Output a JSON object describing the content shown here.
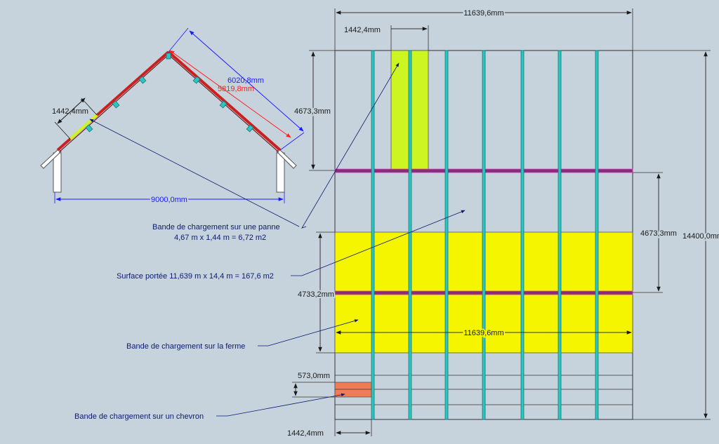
{
  "colors": {
    "background": "#c7d3dc",
    "rafter": "#cc1f1f",
    "purlin": "#2ec4c0",
    "loadband_yellow": "#f5f500",
    "loadband_green": "#ccf521",
    "loadband_orange": "#f07b54",
    "tie": "#8a2a7a",
    "blue_dim": "#1a1aff",
    "red_dim": "#ff2020",
    "annotation": "#0b1a6e"
  },
  "section": {
    "dim_span": "9000,0mm",
    "dim_rafter_outer": "6020,8mm",
    "dim_rafter_inner": "5819,8mm",
    "dim_purlin_spacing": "1442,4mm"
  },
  "plan": {
    "dim_total_width": "11639,6mm",
    "dim_top_band_width": "1442,4mm",
    "dim_upper_height": "4673,3mm",
    "dim_right_mid_height": "4673,3mm",
    "dim_total_height": "14400,0mm",
    "dim_truss_band_height": "4733,2mm",
    "dim_truss_band_width": "11639,6mm",
    "dim_rafter_band_height": "573,0mm",
    "dim_bottom_width": "1442,4mm"
  },
  "annotations": {
    "panne_line1": "Bande de chargement sur une panne",
    "panne_line2": "4,67 m x 1,44 m = 6,72 m2",
    "surface": "Surface portée 11,639 m x 14,4 m = 167,6 m2",
    "ferme": "Bande de chargement sur la ferme",
    "chevron": "Bande de chargement sur un chevron"
  }
}
